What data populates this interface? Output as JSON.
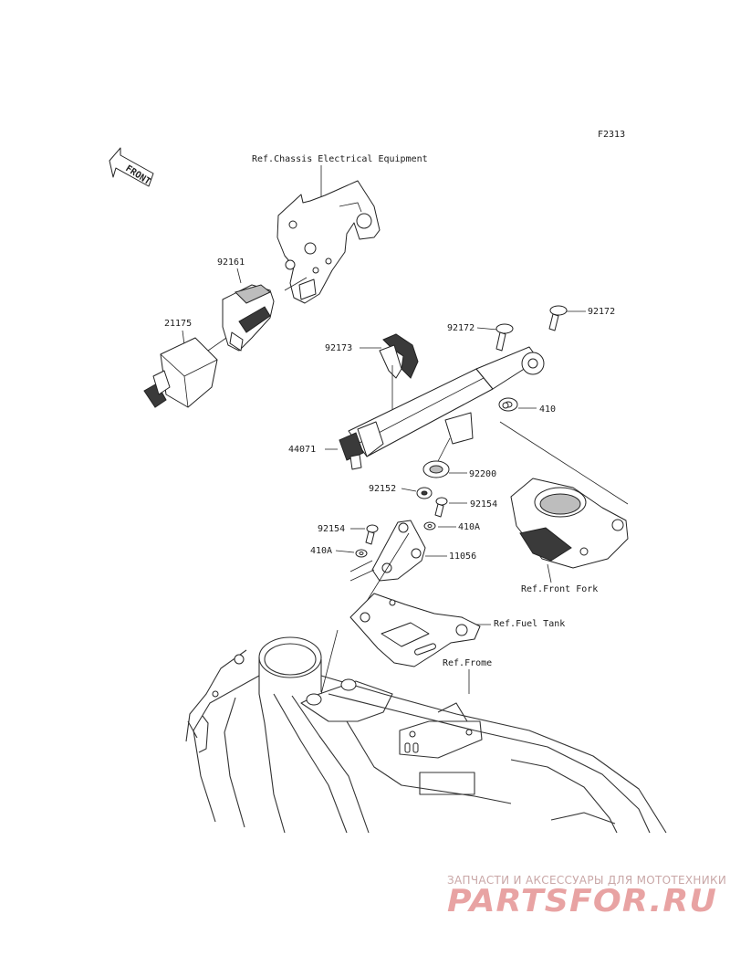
{
  "figure_code": "F2313",
  "front_label": "FRONT",
  "callouts": {
    "ref_chassis": "Ref.Chassis Electrical Equipment",
    "p92161": "92161",
    "p21175": "21175",
    "p92172_a": "92172",
    "p92172_b": "92172",
    "p92173": "92173",
    "p410": "410",
    "p44071": "44071",
    "p92200": "92200",
    "p92152": "92152",
    "p92154_a": "92154",
    "p410A_a": "410A",
    "p92154_b": "92154",
    "p410A_b": "410A",
    "p11056": "11056",
    "ref_front_fork": "Ref.Front Fork",
    "ref_fuel_tank": "Ref.Fuel Tank",
    "ref_frame": "Ref.Frome"
  },
  "watermark": {
    "tagline": "ЗАПЧАСТИ И АКСЕССУАРЫ ДЛЯ МОТОТЕХНИКИ",
    "logo": "PARTSFOR.RU"
  }
}
